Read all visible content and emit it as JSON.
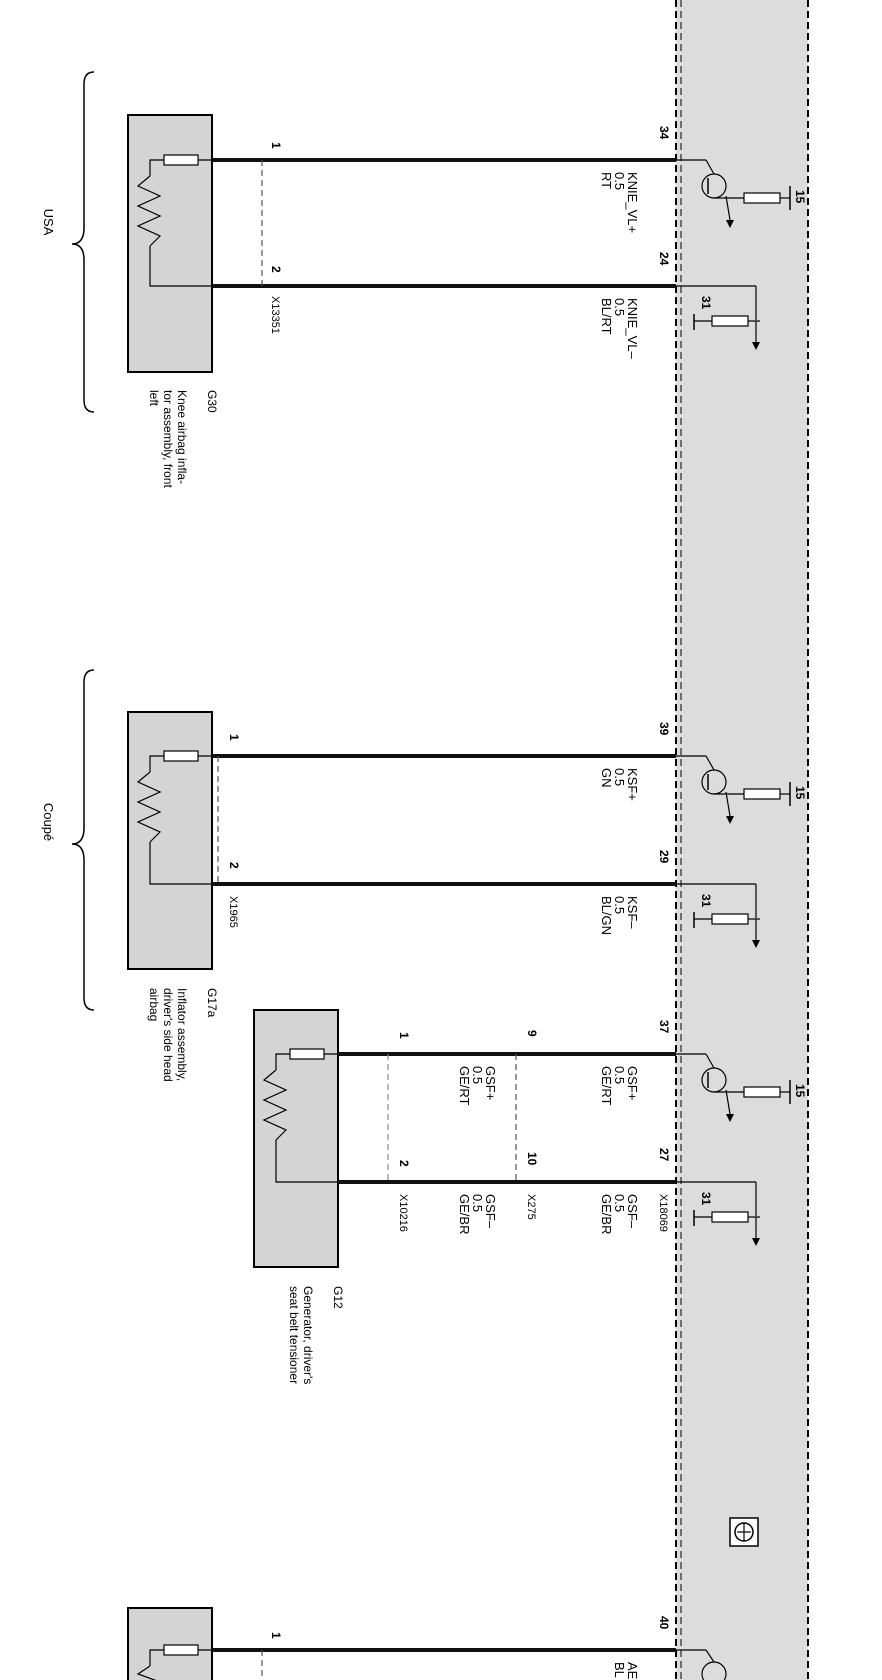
{
  "groups": {
    "usa": "USA",
    "coupe": "Coupé"
  },
  "control_unit": {
    "connector": "X18069",
    "ground_pin": "31",
    "supply_pin": "15"
  },
  "circuits": [
    {
      "id": "knee",
      "module_code": "G30",
      "module_desc": [
        "Knee airbag infla-",
        "tor assembly, front",
        "left"
      ],
      "connector_module": "X13351",
      "pos": {
        "pin_ecu": "34",
        "pin_mod": "1",
        "signal": "KNIE_VL+",
        "size": "0.5",
        "color": "RT"
      },
      "neg": {
        "pin_ecu": "24",
        "pin_mod": "2",
        "signal": "KNIE_VL–",
        "size": "0.5",
        "color": "BL/RT"
      }
    },
    {
      "id": "side-head",
      "module_code": "G17a",
      "module_desc": [
        "Inflator assembly,",
        "driver's side head",
        "airbag"
      ],
      "connector_module": "X1965",
      "pos": {
        "pin_ecu": "39",
        "pin_mod": "1",
        "signal": "KSF+",
        "size": "0.5",
        "color": "GN"
      },
      "neg": {
        "pin_ecu": "29",
        "pin_mod": "2",
        "signal": "KSF–",
        "size": "0.5",
        "color": "BL/GN"
      }
    },
    {
      "id": "belt-tensioner",
      "module_code": "G12",
      "module_desc": [
        "Generator, driver's",
        "seat belt tensioner"
      ],
      "connector_module": "X10216",
      "connector_mid": "X275",
      "pos": {
        "pin_ecu": "37",
        "pin_mid": "9",
        "pin_mod": "1",
        "signal": "GSF+",
        "size": "0.5",
        "color": "GE/RT",
        "signal_mod": "GSF+",
        "size_mod": "0.5",
        "color_mod": "GE/RT"
      },
      "neg": {
        "pin_ecu": "27",
        "pin_mid": "10",
        "pin_mod": "2",
        "signal": "GSF–",
        "size": "0.5",
        "color": "GE/BR",
        "signal_mod": "GSF–",
        "size_mod": "0.5",
        "color_mod": "GE/BR"
      }
    }
  ],
  "partial": {
    "pin_ecu": "40",
    "pin_mod": "1",
    "signal": "AE",
    "color": "BL"
  },
  "colors": {
    "ecu_fill": "#dcdcdc",
    "module_fill": "#d4d4d4",
    "wire": "#111111",
    "wire_highlight": "#bfbfbf"
  }
}
